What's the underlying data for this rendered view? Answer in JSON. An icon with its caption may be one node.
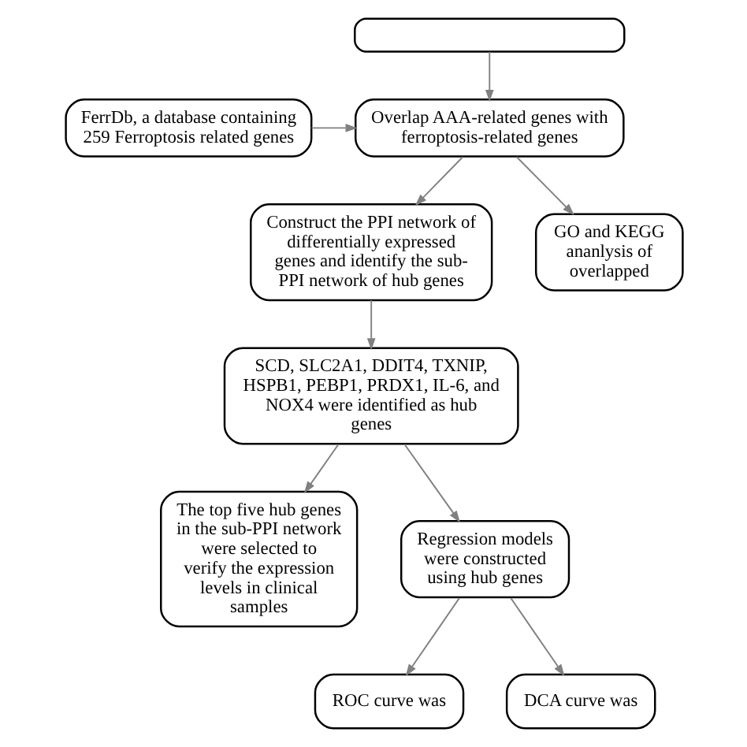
{
  "diagram": {
    "nodes": [
      {
        "text": [],
        "shape": "box"
      },
      {
        "text": [
          "FerrDb, a database containing 259 Ferroptosis related genes"
        ]
      },
      {
        "text": [
          "Overlap AAA-related genes with ferroptosis-related genes"
        ]
      },
      {
        "text": [
          "Construct the PPI network of differentially expressed genes and identify the sub-PPI network of hub genes"
        ]
      },
      {
        "text": [
          "GO and KEGG ananlysis of overlapped"
        ]
      },
      {
        "text": [
          "SCD, SLC2A1, DDIT4, TXNIP, HSPB1, PEBP1, PRDX1, IL-6, and NOX4 were identified as hub genes"
        ]
      },
      {
        "text": [
          "The top five hub genes in the sub-PPI network were selected to verify the expression levels in clinical samples"
        ]
      },
      {
        "text": [
          "Regression models were constructed using hub genes"
        ]
      },
      {
        "text": [
          "ROC curve was"
        ]
      },
      {
        "text": [
          "DCA curve was"
        ]
      }
    ],
    "edges": [
      {
        "from": 0,
        "to": 2,
        "arrow": "to"
      },
      {
        "from": 1,
        "to": 2,
        "arrow": "to"
      },
      {
        "from": 2,
        "to": 3,
        "arrow": "to"
      },
      {
        "from": 2,
        "to": 4,
        "arrow": "to"
      },
      {
        "from": 3,
        "to": 5,
        "arrow": "to"
      },
      {
        "from": 5,
        "to": 6,
        "arrow": "to"
      },
      {
        "from": 5,
        "to": 7,
        "arrow": "to"
      },
      {
        "from": 7,
        "to": 8,
        "arrow": "to"
      },
      {
        "from": 7,
        "to": 9,
        "arrow": "to"
      }
    ]
  }
}
